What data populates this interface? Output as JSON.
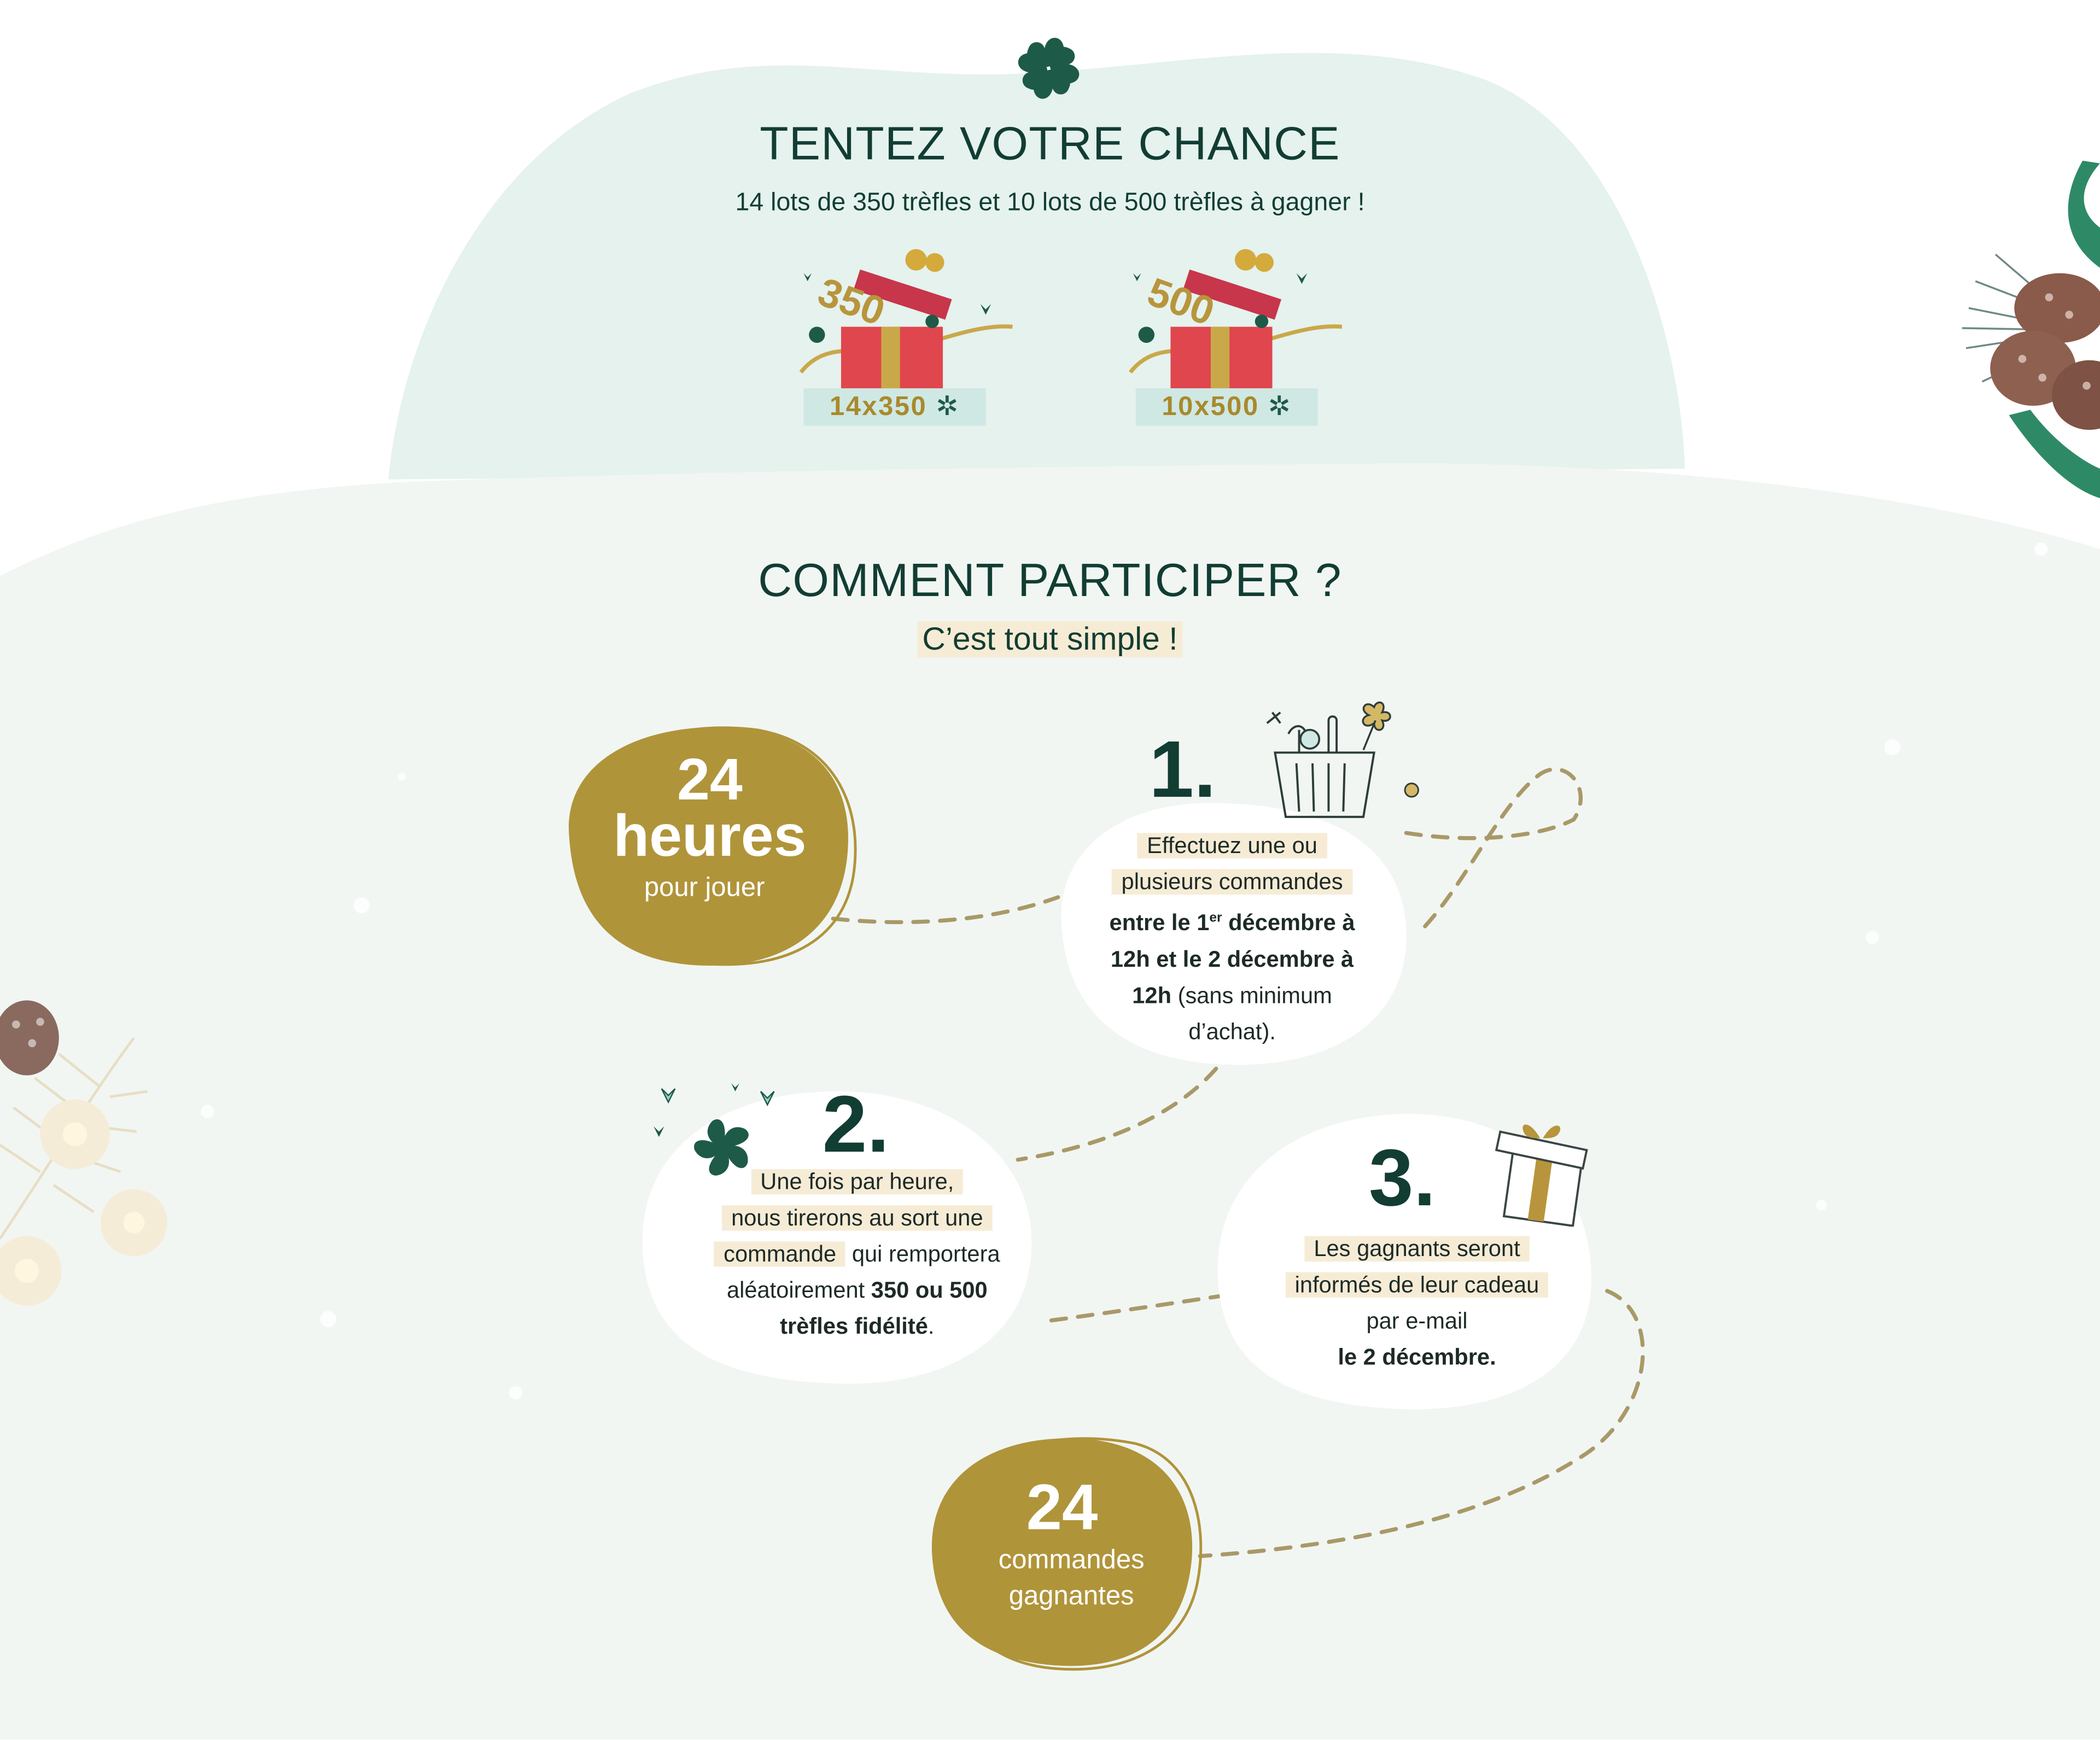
{
  "hero": {
    "title": "TENTEZ VOTRE CHANCE",
    "subtitle": "14 lots de 350 trèfles et 10 lots de 500 trèfles à gagner !",
    "lots": [
      {
        "badge_number": "350",
        "label": "14x350"
      },
      {
        "badge_number": "500",
        "label": "10x500"
      }
    ]
  },
  "participate": {
    "title": "COMMENT PARTICIPER ?",
    "subtitle": "C’est  tout  simple !"
  },
  "badge_hours": {
    "number": "24",
    "word": "heures",
    "caption": "pour jouer"
  },
  "steps": [
    {
      "number": "1.",
      "line1": "Effectuez une ou",
      "line2": "plusieurs commandes",
      "bold1a": "entre le 1",
      "sup": "er",
      "bold1b": " décembre à",
      "bold2": "12h et le 2 décembre à",
      "bold3": "12h",
      "tail1": " (sans minimum",
      "tail2": "d’achat)."
    },
    {
      "number": "2.",
      "line1": "Une fois par heure,",
      "line2": "nous tirerons au sort une",
      "line3a": "commande",
      "line3b": " qui remportera",
      "line4a": "aléatoirement ",
      "line4b": "350 ou 500",
      "line5a": "trèfles fidélité",
      "line5b": "."
    },
    {
      "number": "3.",
      "line1": "Les gagnants seront",
      "line2": "informés de leur cadeau",
      "line3": "par e-mail",
      "line4": "le 2 décembre."
    }
  ],
  "badge_orders": {
    "number": "24",
    "line1": "commandes",
    "line2": "gagnantes"
  },
  "colors": {
    "dark_green": "#123d33",
    "gold": "#b0943a",
    "mint": "#e5f2ee",
    "pale": "#f1f6f3",
    "highlight": "#f6ecd6",
    "gift_red": "#e0464d"
  }
}
